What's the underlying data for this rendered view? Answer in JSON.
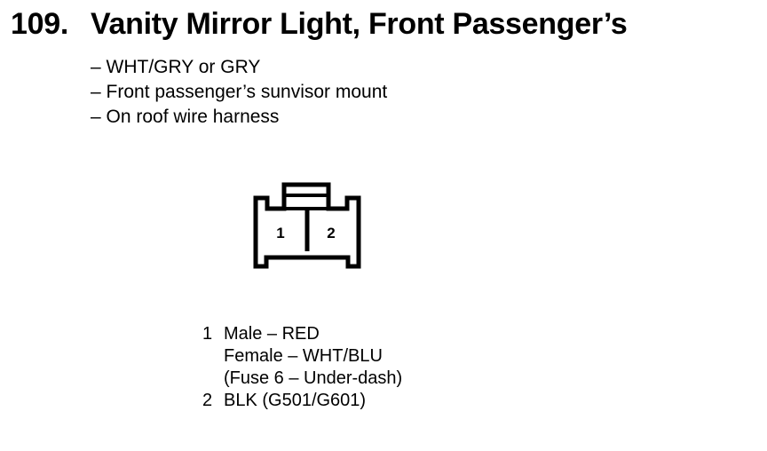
{
  "heading": {
    "number": "109.",
    "title": "Vanity Mirror Light, Front Passenger’s"
  },
  "details": [
    "– WHT/GRY or GRY",
    "– Front passenger’s sunvisor mount",
    "– On roof wire harness"
  ],
  "connector": {
    "pin_labels": [
      "1",
      "2"
    ]
  },
  "pins": [
    {
      "number": "1",
      "lines": [
        "Male – RED",
        "Female – WHT/BLU",
        "(Fuse 6 – Under-dash)"
      ]
    },
    {
      "number": "2",
      "lines": [
        "BLK (G501/G601)"
      ]
    }
  ]
}
